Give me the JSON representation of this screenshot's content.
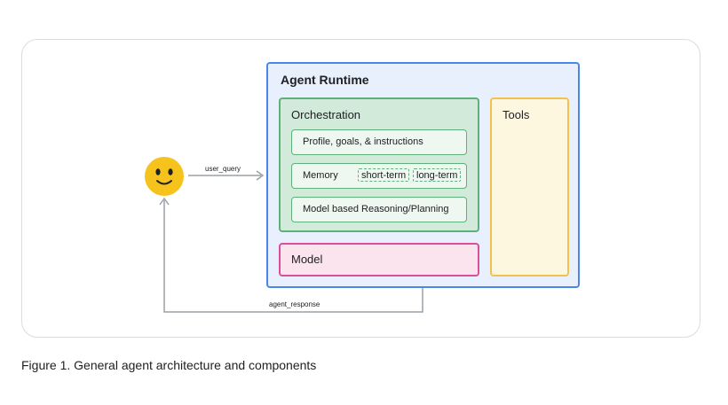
{
  "runtime": {
    "title": "Agent Runtime"
  },
  "orchestration": {
    "title": "Orchestration",
    "profile": "Profile, goals, & instructions",
    "memory": {
      "label": "Memory",
      "short_term": "short-term",
      "long_term": "long-term"
    },
    "reasoning": "Model based Reasoning/Planning"
  },
  "model": {
    "label": "Model"
  },
  "tools": {
    "label": "Tools"
  },
  "flow": {
    "query": "user_query",
    "response": "agent_response"
  },
  "user": {
    "icon": "smiley-face-icon"
  },
  "caption": "Figure 1. General agent architecture and components",
  "colors": {
    "runtime_border": "#4a86e8",
    "runtime_fill": "#e8f0fe",
    "orchestration_border": "#5fb07a",
    "orchestration_fill": "#d2ead9",
    "model_border": "#d94f9a",
    "model_fill": "#fce4ef",
    "tools_border": "#f2c14e",
    "tools_fill": "#fef7e0",
    "emoji": "#f6c21c"
  }
}
